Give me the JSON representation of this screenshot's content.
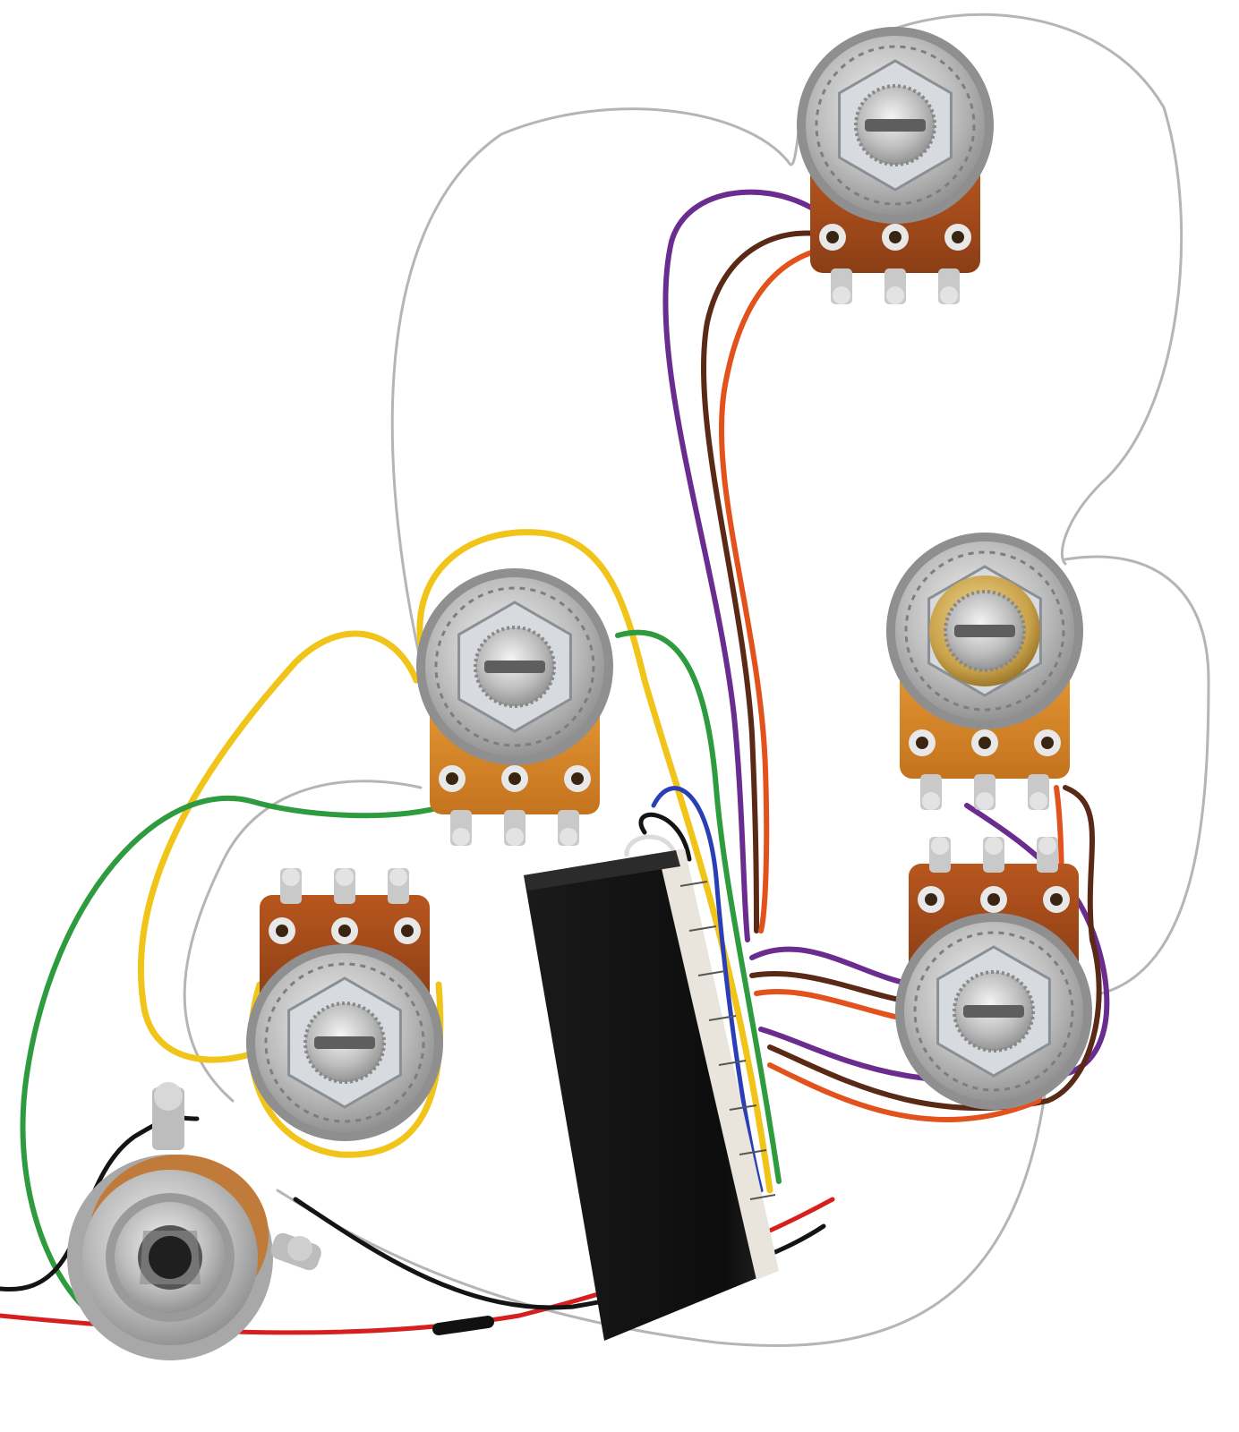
{
  "scene": {
    "background": "#ffffff",
    "components": [
      {
        "kind": "potentiometer",
        "label": "pot-top-right",
        "knob": "silver"
      },
      {
        "kind": "potentiometer",
        "label": "pot-middle-left",
        "knob": "silver"
      },
      {
        "kind": "potentiometer",
        "label": "pot-middle-right",
        "knob": "brass-stacked"
      },
      {
        "kind": "potentiometer",
        "label": "pot-bottom-left",
        "knob": "silver"
      },
      {
        "kind": "potentiometer",
        "label": "pot-bottom-right",
        "knob": "silver"
      },
      {
        "kind": "output-jack",
        "label": "output-jack"
      },
      {
        "kind": "preamp-module",
        "label": "preamp-module"
      }
    ],
    "wire_colors": {
      "bare": "#b9b9b9",
      "yellow": "#f0c419",
      "green": "#2e9b3f",
      "purple": "#6a2c8e",
      "brown": "#5a2a16",
      "orange": "#e2521c",
      "red": "#d61f1f",
      "black": "#141414",
      "blue": "#2a3fb5",
      "white": "#e6e6e6"
    },
    "component_colors": {
      "pot_board": "#9a4a1e",
      "pot_board_light": "#d9872a",
      "metal": "#c8c8c8",
      "brass": "#c9a24a",
      "module": "#111111"
    }
  }
}
